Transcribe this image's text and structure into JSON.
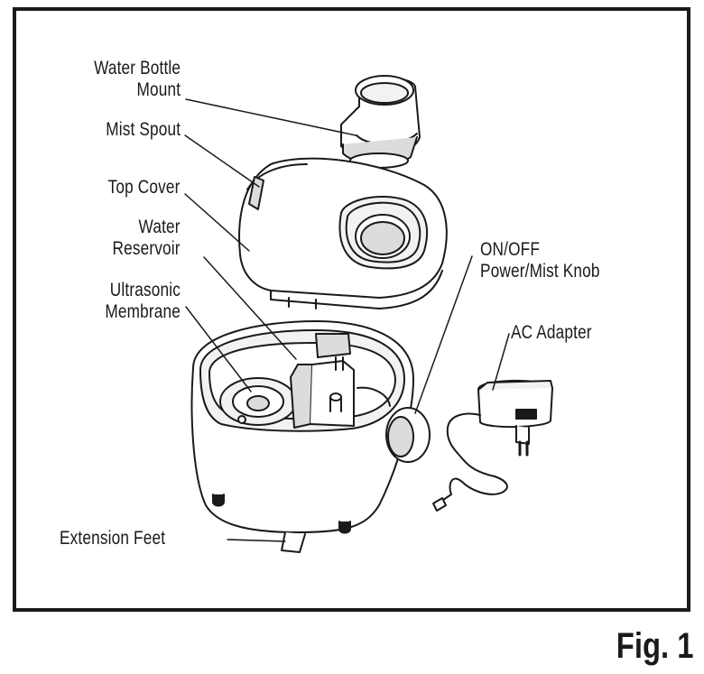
{
  "labels": {
    "water_bottle_mount": [
      "Water Bottle",
      "Mount"
    ],
    "mist_spout": "Mist Spout",
    "top_cover": "Top Cover",
    "water_reservoir": [
      "Water",
      "Reservoir"
    ],
    "ultrasonic_membrane": [
      "Ultrasonic",
      "Membrane"
    ],
    "on_off_knob": [
      "ON/OFF",
      "Power/Mist Knob"
    ],
    "ac_adapter": "AC Adapter",
    "extension_feet": "Extension Feet"
  },
  "figure_caption": "Fig. 1",
  "colors": {
    "ink": "#1a1a1a",
    "shade": "#dcdcdc",
    "light": "#f2f2f2",
    "background": "#ffffff"
  }
}
